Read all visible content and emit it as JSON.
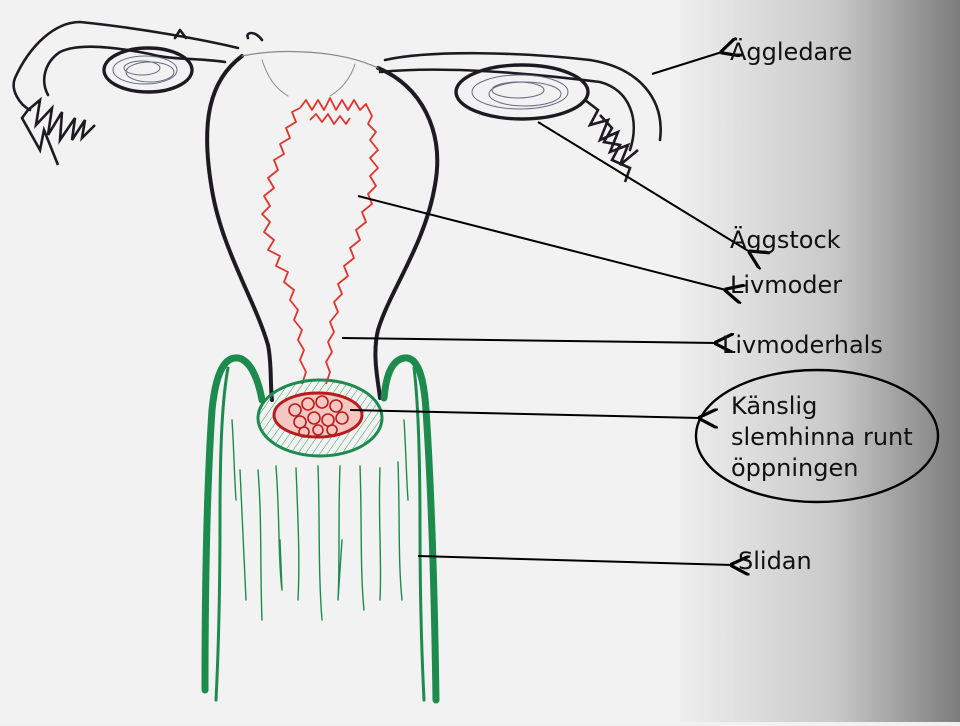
{
  "labels": {
    "aggledare": "Äggledare",
    "aggstock": "Äggstock",
    "livmoder": "Livmoder",
    "livmoderhals": "Livmoderhals",
    "slemhinna_line1": "Känslig",
    "slemhinna_line2": "slemhinna runt",
    "slemhinna_line3": "öppningen",
    "slidan": "Slidan"
  },
  "colors": {
    "outline": "#1e1a22",
    "endometrium": "#e0342c",
    "cervix_tissue": "#b81d1d",
    "vagina": "#1d8a4e",
    "arrow": "#000000",
    "whiteboard": "#f1f1f1",
    "panel_gradient": [
      "#eeeeee",
      "#c4c4c4",
      "#7a7a7a"
    ]
  }
}
